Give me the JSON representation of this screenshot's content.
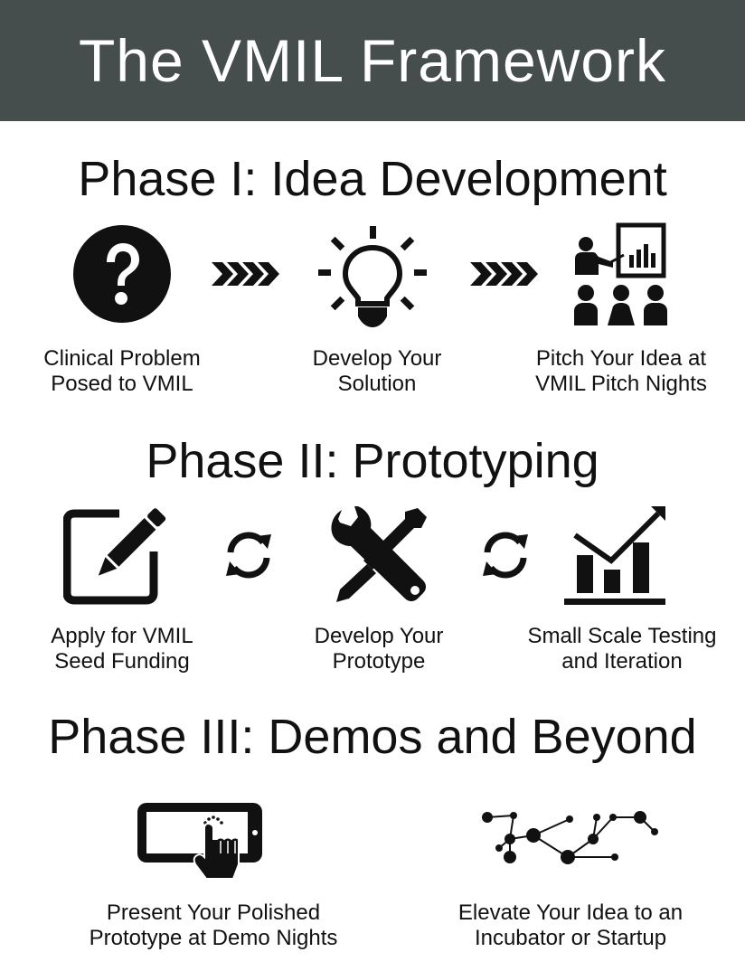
{
  "header": {
    "title": "The VMIL Framework"
  },
  "colors": {
    "header_bg": "#454e4d",
    "header_text": "#ffffff",
    "ink": "#111111"
  },
  "phase1": {
    "title": "Phase I: Idea Development",
    "steps": [
      {
        "icon": "question-icon",
        "line1": "Clinical Problem",
        "line2": "Posed to VMIL"
      },
      {
        "icon": "lightbulb-icon",
        "line1": "Develop Your",
        "line2": "Solution"
      },
      {
        "icon": "presentation-icon",
        "line1": "Pitch Your Idea at",
        "line2": "VMIL Pitch Nights"
      }
    ],
    "connector_icon": "chevron-arrows-icon"
  },
  "phase2": {
    "title": "Phase II: Prototyping",
    "steps": [
      {
        "icon": "edit-icon",
        "line1": "Apply for VMIL",
        "line2": "Seed Funding"
      },
      {
        "icon": "tools-icon",
        "line1": "Develop Your",
        "line2": "Prototype"
      },
      {
        "icon": "growth-chart-icon",
        "line1": "Small Scale Testing",
        "line2": "and Iteration"
      }
    ],
    "connector_icon": "cycle-icon"
  },
  "phase3": {
    "title": "Phase III: Demos and Beyond",
    "steps": [
      {
        "icon": "tablet-touch-icon",
        "line1": "Present Your Polished",
        "line2": "Prototype at Demo Nights"
      },
      {
        "icon": "network-icon",
        "line1": "Elevate Your Idea to an",
        "line2": "Incubator or Startup"
      }
    ]
  }
}
